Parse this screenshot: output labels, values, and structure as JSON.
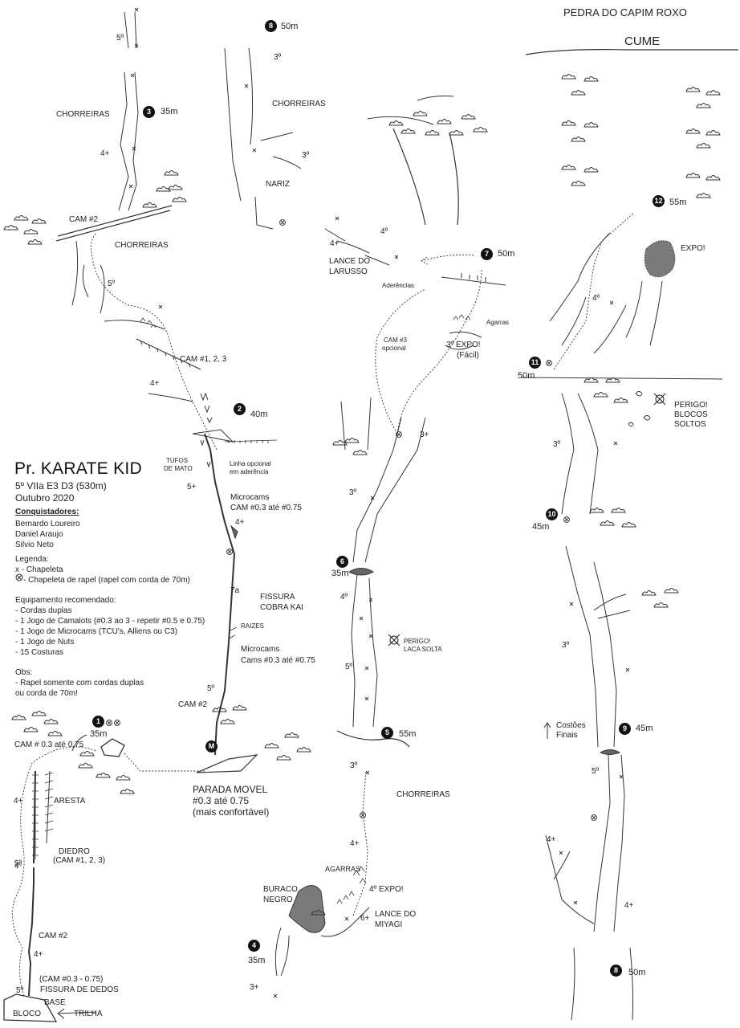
{
  "title": "Pr. KARATE KID",
  "grade_line": "5º VIIa E3 D3 (530m)",
  "date_line": "Outubro 2020",
  "conquistadores": {
    "header": "Conquistadores:",
    "names": [
      "Bernardo Loureiro",
      "Daniel Araujo",
      "Silvio Neto"
    ]
  },
  "legend": {
    "header": "Legenda:",
    "items": [
      "x - Chapeleta",
      "- Chapeleta de rapel (rapel com corda de 70m)"
    ]
  },
  "equipment": {
    "header": "Equipamento recomendado:",
    "items": [
      "- Cordas duplas",
      "- 1 Jogo de Camalots (#0.3 ao 3 - repetir #0.5 e 0.75)",
      "- 1 Jogo de Microcams (TCU's, Alliens ou C3)",
      "- 1 Jogo de Nuts",
      "- 15 Costuras"
    ]
  },
  "obs": {
    "header": "Obs:",
    "items": [
      "- Rapel somente com cordas duplas",
      "ou corda de 70m!"
    ]
  },
  "summit": {
    "peak": "PEDRA DO CAPIM ROXO",
    "cume": "CUME"
  },
  "belays": [
    {
      "num": "1",
      "len": "35m"
    },
    {
      "num": "2",
      "len": "40m"
    },
    {
      "num": "3",
      "len": "35m"
    },
    {
      "num": "4",
      "len": "35m"
    },
    {
      "num": "5",
      "len": "55m"
    },
    {
      "num": "6",
      "len": "35m"
    },
    {
      "num": "7",
      "len": "50m"
    },
    {
      "num": "8",
      "len": "50m"
    },
    {
      "num": "8",
      "len": "50m"
    },
    {
      "num": "9",
      "len": "45m"
    },
    {
      "num": "10",
      "len": "45m"
    },
    {
      "num": "11",
      "len": "50m"
    },
    {
      "num": "12",
      "len": "55m"
    },
    {
      "num": "M",
      "len": ""
    }
  ],
  "labels": {
    "bloco": "BLOCO",
    "trilha": "TRILHA",
    "base": "BASE",
    "fissura_dedos": "FISSURA DE DEDOS",
    "cam_range_1": "(CAM #0.3 - 0.75)",
    "cam2_a": "CAM #2",
    "diedro": "DIEDRO",
    "diedro_cams": "(CAM #1, 2, 3)",
    "aresta": "ARESTA",
    "cam_03_075": "CAM # 0.3 até 0.75",
    "parada_movel": "PARADA MOVEL",
    "parada_range": "#0.3 até 0.75",
    "parada_conf": "(mais confortável)",
    "cam2_b": "CAM #2",
    "microcams2": "Microcams",
    "microcams2b": "Cams #0.3 até #0.75",
    "raizes": "RAIZES",
    "fissura_cobra": "FISSURA",
    "fissura_cobra2": "COBRA KAI",
    "microcams1": "Microcams",
    "microcams1b": "CAM #0.3 até #0.75",
    "tufos": "TUFOS",
    "tufos2": "DE MATO",
    "linha_opc": "Linha opcional",
    "linha_opc2": "em aderência",
    "cam123": "CAM #1, 2, 3",
    "chorreiras_1": "CHORREIRAS",
    "chorreiras_2": "CHORREIRAS",
    "chorreiras_3": "CHORREIRAS",
    "chorreiras_4": "CHORREIRAS",
    "cam2_c": "CAM #2",
    "nariz": "NARIZ",
    "lance_larusso": "LANCE DO",
    "lance_larusso2": "LARUSSO",
    "aderencias": "Aderências",
    "agarras_1": "Agarras",
    "cam3_opc": "CAM #3",
    "cam3_opc2": "opcional",
    "expo_facil": "3º EXPO!",
    "expo_facil2": "(Fácil)",
    "perigo_laca": "PERIGO!",
    "perigo_laca2": "LACA SOLTA",
    "buraco": "BURACO",
    "buraco2": "NEGRO",
    "agarras_2": "AGARRAS",
    "expo_4": "4º EXPO!",
    "lance_miyagi": "LANCE DO",
    "lance_miyagi2": "MIYAGI",
    "expo_top": "EXPO!",
    "perigo_blocos": "PERIGO!",
    "perigo_blocos2": "BLOCOS",
    "perigo_blocos3": "SOLTOS",
    "costoes": "Costões",
    "costoes2": "Finais"
  },
  "grades": [
    "5º",
    "4+",
    "5º",
    "4+",
    "4º",
    "3+",
    "4º",
    "4+",
    "5º",
    "5+",
    "4+",
    "7a",
    "5º",
    "4+",
    "5º",
    "3º",
    "4+",
    "6+",
    "5º",
    "4º",
    "3º",
    "3+",
    "4º",
    "4+",
    "3º",
    "3º",
    "4º",
    "4+",
    "5º",
    "3º",
    "3º",
    "4º",
    "4+"
  ]
}
